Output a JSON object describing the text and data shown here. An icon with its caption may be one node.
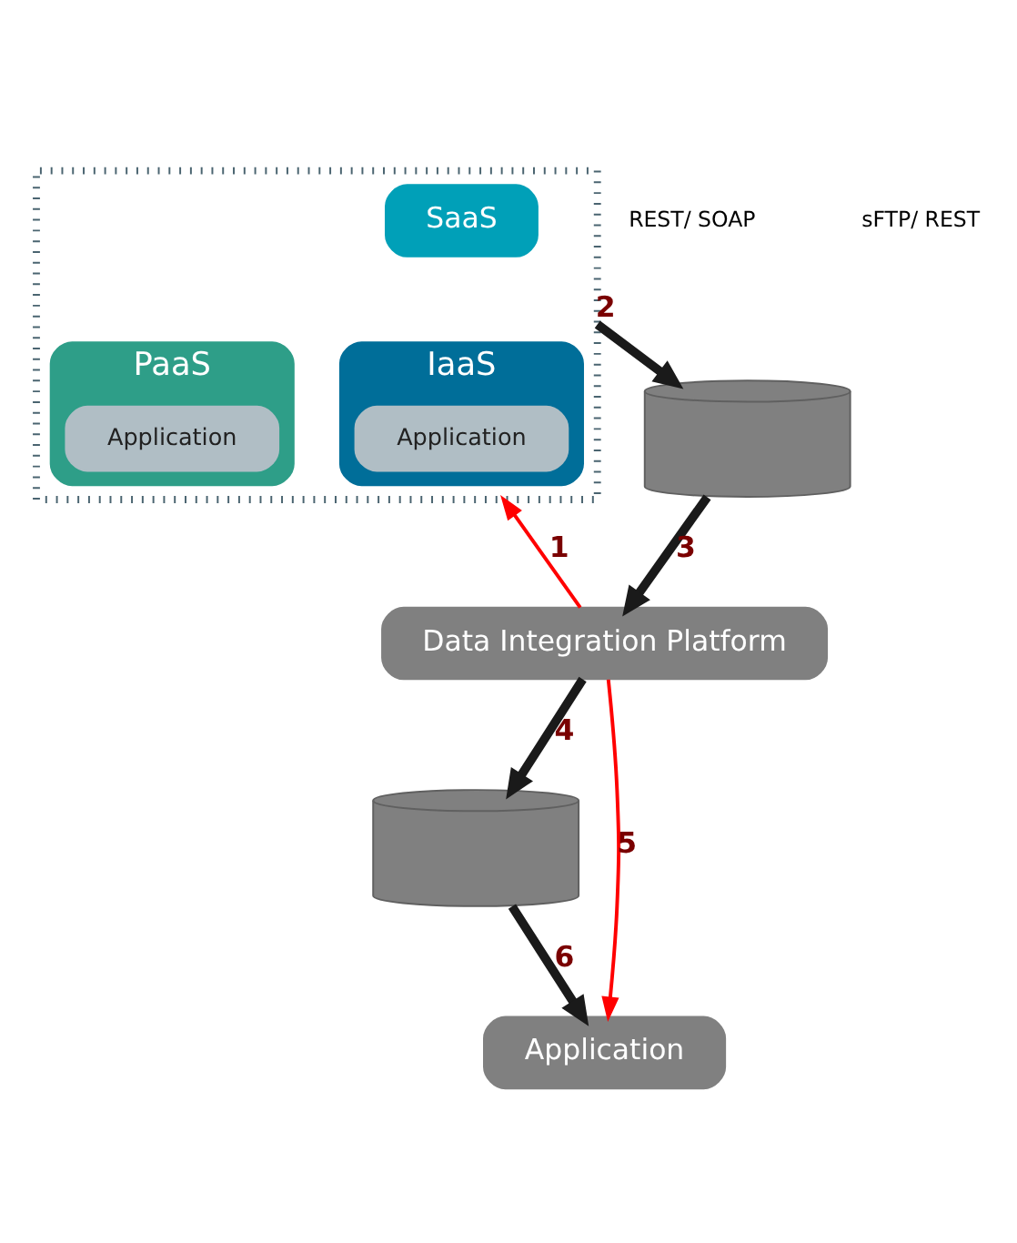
{
  "diagram": {
    "nodes": [
      {
        "text": [],
        "shape": "box"
      },
      {
        "text": [
          "SaaS"
        ],
        "in": 0
      },
      {
        "text": [
          "PaaS"
        ],
        "in": 0
      },
      {
        "text": [
          "Application"
        ],
        "in": 2
      },
      {
        "text": [
          "IaaS"
        ],
        "in": 0
      },
      {
        "text": [
          "Application"
        ],
        "in": 4
      },
      {
        "text": [],
        "shape": "cylinder"
      },
      {
        "text": [
          "Data Integration Platform"
        ]
      },
      {
        "text": [],
        "shape": "cylinder"
      },
      {
        "text": [
          "Application"
        ]
      }
    ],
    "edges": [
      {
        "from": 0,
        "to": 6,
        "arrow": "to",
        "label": "2"
      },
      {
        "from": 6,
        "to": 7,
        "arrow": "to",
        "label": "3"
      },
      {
        "from": 7,
        "to": 0,
        "arrow": "to",
        "label": "1",
        "color": "#ff0000"
      },
      {
        "from": 7,
        "to": 8,
        "arrow": "to",
        "label": "4"
      },
      {
        "from": 7,
        "to": 9,
        "arrow": "to",
        "label": "5",
        "color": "#ff0000"
      },
      {
        "from": 8,
        "to": 9,
        "arrow": "to",
        "label": "6"
      }
    ],
    "labels": [
      "REST/ SOAP",
      "sFTP/ REST"
    ]
  }
}
